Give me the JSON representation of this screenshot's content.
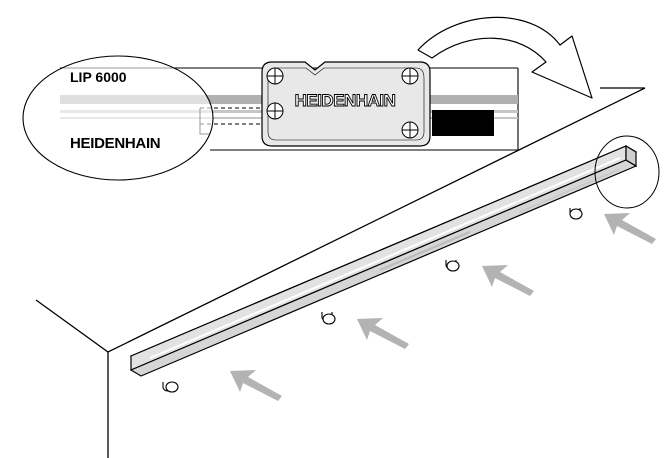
{
  "diagram": {
    "scale_model": "LIP 6000",
    "brand_on_scale": "HEIDENHAIN",
    "brand_on_readhead": "HEIDENHAIN",
    "colors": {
      "line": "#000000",
      "arrow": "#b3b3b3",
      "scale_body": "#e6e6e6",
      "readhead_fill": "#e8e8e8",
      "stripe": "#b0b0b0"
    },
    "icons": [
      "rotation-arrow-icon",
      "push-arrow-icon",
      "screw-icon"
    ]
  }
}
